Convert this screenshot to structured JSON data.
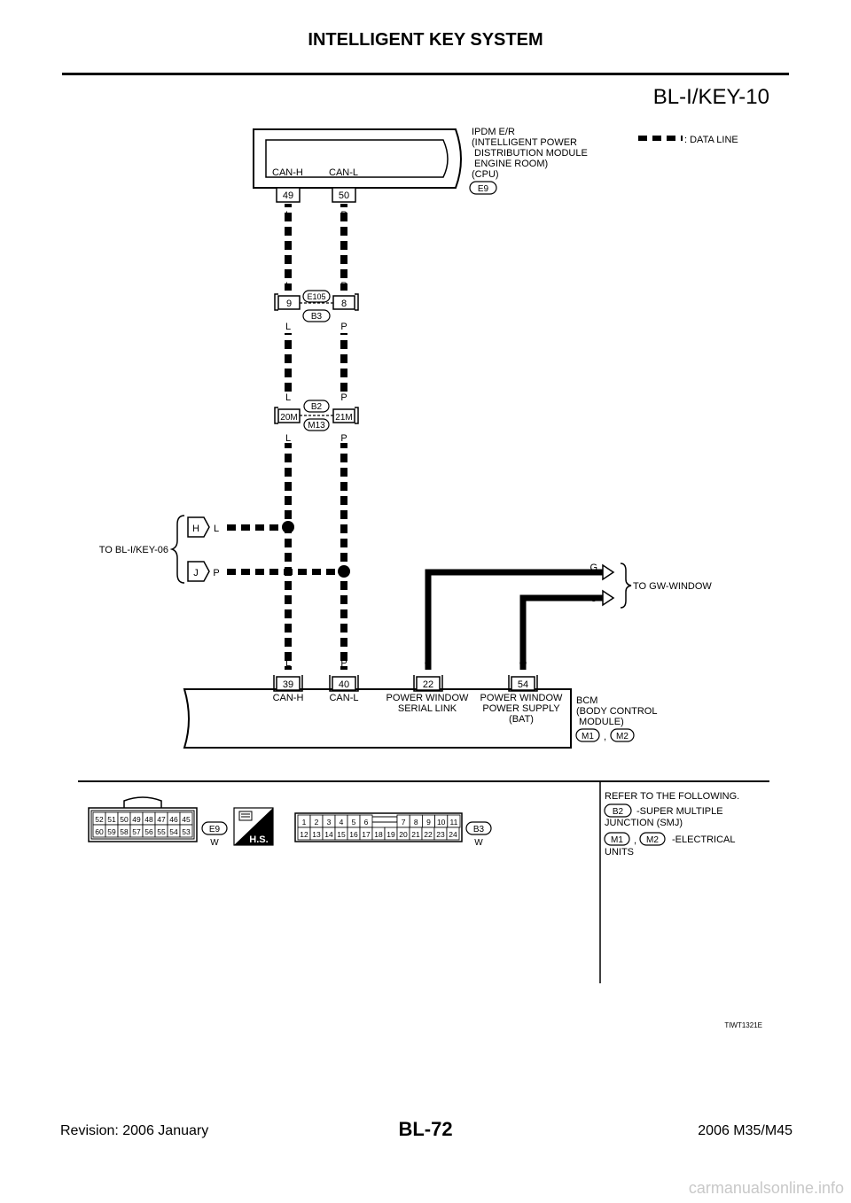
{
  "header": {
    "title": "INTELLIGENT KEY SYSTEM",
    "diagram_code": "BL-I/KEY-10"
  },
  "ipdm": {
    "name_lines": [
      "IPDM E/R",
      "(INTELLIGENT POWER",
      " DISTRIBUTION MODULE",
      " ENGINE ROOM)",
      "(CPU)"
    ],
    "connector": "E9",
    "pins": [
      {
        "label": "CAN-H",
        "number": "49",
        "color": "L"
      },
      {
        "label": "CAN-L",
        "number": "50",
        "color": "P"
      }
    ]
  },
  "legend": {
    "data_line": ": DATA LINE"
  },
  "junctions": [
    {
      "left_pin": "9",
      "right_pin": "8",
      "conn_top": "E105",
      "conn_bottom": "B3",
      "colors": [
        "L",
        "P",
        "L",
        "P"
      ]
    },
    {
      "left_pin": "20M",
      "right_pin": "21M",
      "conn_top": "B2",
      "conn_bottom": "M13",
      "colors": [
        "L",
        "P",
        "L",
        "P"
      ]
    }
  ],
  "to_bl": {
    "label": "TO BL-I/KEY-06",
    "branches": [
      {
        "letter": "H",
        "color": "L"
      },
      {
        "letter": "J",
        "color": "P"
      }
    ]
  },
  "to_gw": {
    "label": "TO GW-WINDOW",
    "branches": [
      "G",
      "O"
    ]
  },
  "bcm": {
    "name_lines": [
      "BCM",
      "(BODY CONTROL",
      " MODULE)"
    ],
    "connectors": [
      "M1",
      "M2"
    ],
    "separator": ",",
    "pins": [
      {
        "number": "39",
        "color": "L",
        "label_lines": [
          "CAN-H"
        ]
      },
      {
        "number": "40",
        "color": "P",
        "label_lines": [
          "CAN-L"
        ]
      },
      {
        "number": "22",
        "color": "G",
        "label_lines": [
          "POWER WINDOW",
          "SERIAL LINK"
        ]
      },
      {
        "number": "54",
        "color": "O",
        "label_lines": [
          "POWER WINDOW",
          "POWER SUPPLY",
          "(BAT)"
        ]
      }
    ]
  },
  "connector_views": {
    "e9": {
      "top_row": [
        "52",
        "51",
        "50",
        "49",
        "48",
        "47",
        "46",
        "45"
      ],
      "bottom_row": [
        "60",
        "59",
        "58",
        "57",
        "56",
        "55",
        "54",
        "53"
      ],
      "name": "E9",
      "color": "W"
    },
    "hs_label": "H.S.",
    "b3": {
      "top_left": [
        "1",
        "2",
        "3",
        "4",
        "5",
        "6"
      ],
      "top_right": [
        "7",
        "8",
        "9",
        "10",
        "11"
      ],
      "bottom_row": [
        "12",
        "13",
        "14",
        "15",
        "16",
        "17",
        "18",
        "19",
        "20",
        "21",
        "22",
        "23",
        "24"
      ],
      "name": "B3",
      "color": "W"
    }
  },
  "refer": {
    "title": "REFER TO THE FOLLOWING.",
    "item1_conn": "B2",
    "item1_text": "-SUPER MULTIPLE",
    "item1_text2": "JUNCTION (SMJ)",
    "item2_conns": [
      "M1",
      "M2"
    ],
    "item2_sep": ",",
    "item2_text": "-ELECTRICAL",
    "item2_text2": "UNITS"
  },
  "figure_id": "TIWT1321E",
  "footer": {
    "page": "BL-72",
    "revision": "Revision: 2006 January",
    "model": "2006 M35/M45"
  },
  "watermark": "carmanualsonline.info"
}
